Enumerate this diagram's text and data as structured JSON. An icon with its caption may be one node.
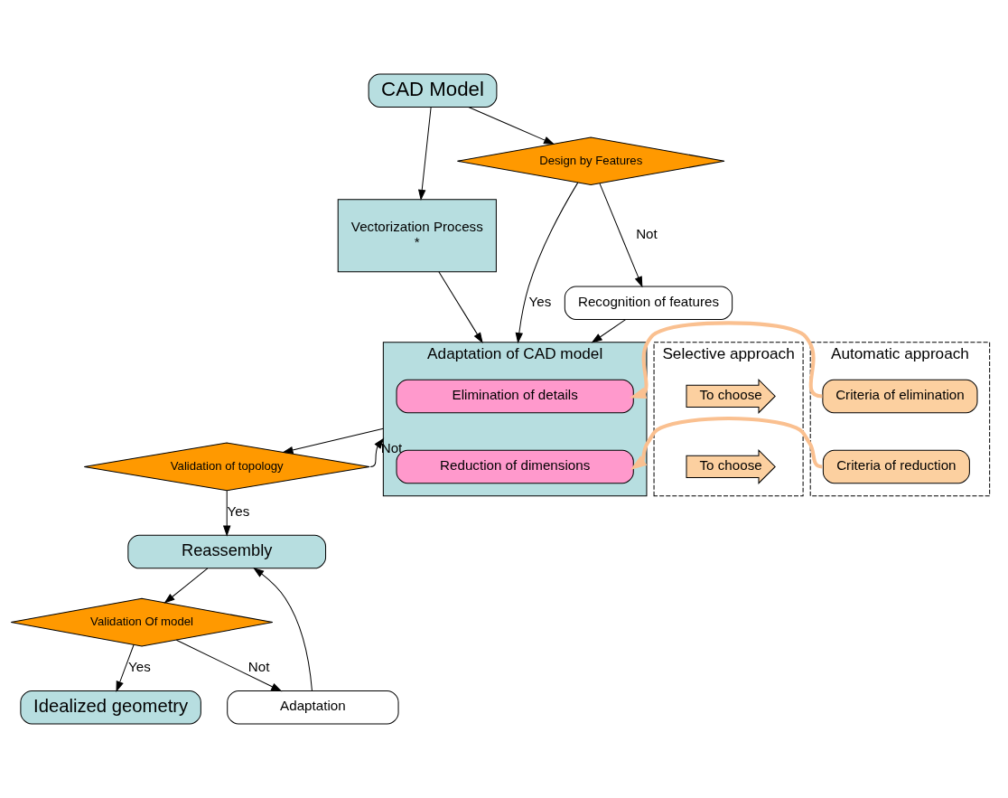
{
  "diagram": {
    "nodes": [
      {
        "text": [
          "CAD Model"
        ]
      },
      {
        "text": [
          "Vectorization Process",
          "*"
        ]
      },
      {
        "text": [
          "Design by Features"
        ]
      },
      {
        "text": [
          "Recognition of features"
        ]
      },
      {
        "text": [
          "Selective approach"
        ]
      },
      {
        "text": [
          "To choose"
        ],
        "in": 4
      },
      {
        "text": [
          "To choose"
        ],
        "in": 4
      },
      {
        "text": [
          "Adaptation of CAD model"
        ]
      },
      {
        "text": [
          "Elimination of details"
        ],
        "in": 7
      },
      {
        "text": [
          "Reduction of dimensions"
        ],
        "in": 7
      },
      {
        "text": [
          "Automatic approach"
        ]
      },
      {
        "text": [
          "Criteria of elimination"
        ],
        "in": 10
      },
      {
        "text": [
          "Criteria of reduction"
        ],
        "in": 10
      },
      {
        "text": [
          "Validation of topology"
        ]
      },
      {
        "text": [
          "Reassembly"
        ]
      },
      {
        "text": [
          "Adaptation"
        ]
      },
      {
        "text": [
          "Validation Of model"
        ]
      },
      {
        "text": [
          "Idealized geometry"
        ]
      }
    ],
    "edges": [
      {
        "from": 0,
        "to": 1,
        "arrow": "to"
      },
      {
        "from": 0,
        "to": 2,
        "arrow": "to"
      },
      {
        "from": 2,
        "to": 3,
        "label": "Not",
        "arrow": "to"
      },
      {
        "from": 3,
        "to": 7,
        "arrow": "to"
      },
      {
        "from": 1,
        "to": 7,
        "arrow": "to"
      },
      {
        "from": 2,
        "to": 7,
        "label": "Yes",
        "arrow": "to"
      },
      {
        "from": 11,
        "to": 8,
        "arrow": "to",
        "style": "thick",
        "color": "#fac090"
      },
      {
        "from": 12,
        "to": 9,
        "arrow": "to",
        "style": "thick",
        "color": "#fac090"
      },
      {
        "from": 7,
        "to": 13,
        "arrow": "to"
      },
      {
        "from": 13,
        "to": 7,
        "label": "Not",
        "arrow": "to"
      },
      {
        "from": 13,
        "to": 14,
        "label": "Yes",
        "arrow": "to"
      },
      {
        "from": 15,
        "to": 14,
        "arrow": "to"
      },
      {
        "from": 14,
        "to": 16,
        "arrow": "to"
      },
      {
        "from": 16,
        "to": 15,
        "label": "Not",
        "arrow": "to"
      },
      {
        "from": 16,
        "to": 17,
        "label": "Yes",
        "arrow": "to"
      }
    ]
  }
}
